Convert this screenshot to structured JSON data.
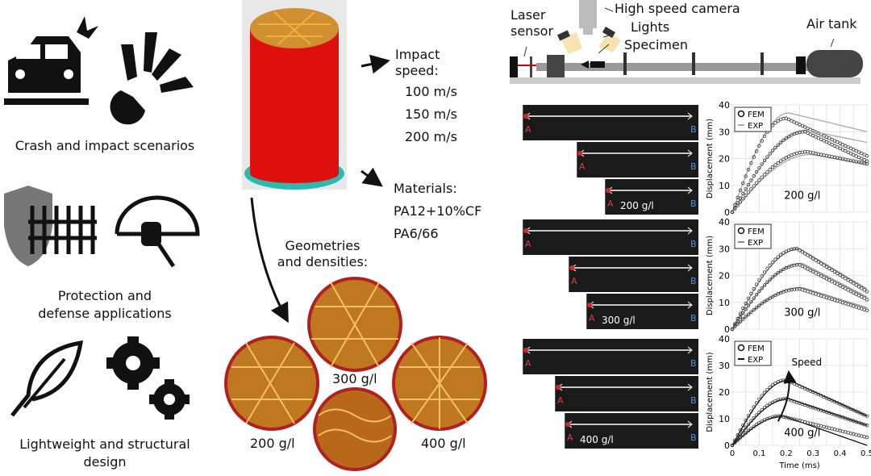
{
  "left": {
    "crash": "Crash and impact scenarios",
    "protection": [
      "Protection and",
      "defense applications"
    ],
    "lightweight": [
      "Lightweight and structural",
      "design"
    ]
  },
  "center": {
    "impact_title": [
      "Impact",
      "speed:"
    ],
    "speeds": [
      "100 m/s",
      "150 m/s",
      "200 m/s"
    ],
    "materials_title": "Materials:",
    "materials": [
      "PA12+10%CF",
      "PA6/66"
    ],
    "geometries": [
      "Geometries",
      "and densities:"
    ],
    "densities": [
      "200 g/l",
      "300 g/l",
      "400 g/l"
    ]
  },
  "setup": {
    "camera": "High speed camera",
    "laser": [
      "Laser",
      "sensor"
    ],
    "lights": "Lights",
    "specimen": "Specimen",
    "tank": "Air tank"
  },
  "photos": {
    "a": "A",
    "b": "B",
    "labels": [
      "200 g/l",
      "300 g/l",
      "400 g/l"
    ]
  },
  "chart_data": [
    {
      "type": "scatter",
      "density": "200 g/l",
      "ylabel": "Displacement (mm)",
      "xlabel": "",
      "xlim": [
        0,
        0.5
      ],
      "ylim": [
        0,
        40
      ],
      "yticks": [
        0,
        10,
        20,
        30,
        40
      ],
      "legend": [
        "FEM",
        "EXP"
      ],
      "exp_color": "#aaaaaa",
      "series": [
        {
          "peak_t": 0.2,
          "peak": 35,
          "end": 21,
          "exp_peak": 37,
          "exp_end": 30
        },
        {
          "peak_t": 0.27,
          "peak": 30,
          "end": 19,
          "exp_peak": 30.5,
          "exp_end": 26
        },
        {
          "peak_t": 0.28,
          "peak": 22.5,
          "end": 18,
          "exp_peak": 21.5,
          "exp_end": 18
        }
      ]
    },
    {
      "type": "scatter",
      "density": "300 g/l",
      "ylabel": "Displacement (mm)",
      "xlabel": "",
      "xlim": [
        0,
        0.5
      ],
      "ylim": [
        0,
        40
      ],
      "yticks": [
        0,
        10,
        20,
        30,
        40
      ],
      "legend": [
        "FEM",
        "EXP"
      ],
      "exp_color": "#888888",
      "series": [
        {
          "peak_t": 0.24,
          "peak": 30,
          "end": 14,
          "exp_peak": 30,
          "exp_end": 15
        },
        {
          "peak_t": 0.25,
          "peak": 24,
          "end": 11,
          "exp_peak": 24.5,
          "exp_end": 12
        },
        {
          "peak_t": 0.25,
          "peak": 15,
          "end": 7,
          "exp_peak": 15.5,
          "exp_end": 8
        }
      ]
    },
    {
      "type": "scatter",
      "density": "400 g/l",
      "ylabel": "Displacement (mm)",
      "xlabel": "Time (ms)",
      "xlim": [
        0,
        0.5
      ],
      "ylim": [
        0,
        40
      ],
      "yticks": [
        0,
        10,
        20,
        30,
        40
      ],
      "xticks": [
        0,
        0.1,
        0.2,
        0.3,
        0.4,
        0.5
      ],
      "legend": [
        "FEM",
        "EXP"
      ],
      "exp_color": "#111111",
      "annotation": "Speed",
      "series": [
        {
          "peak_t": 0.2,
          "peak": 24.5,
          "end": 11,
          "exp_peak": 24.5,
          "exp_end": 11
        },
        {
          "peak_t": 0.2,
          "peak": 17.5,
          "end": 7.5,
          "exp_peak": 17.5,
          "exp_end": 7.5
        },
        {
          "peak_t": 0.18,
          "peak": 11,
          "end": 3,
          "exp_peak": 11,
          "exp_end": 0
        }
      ]
    }
  ]
}
